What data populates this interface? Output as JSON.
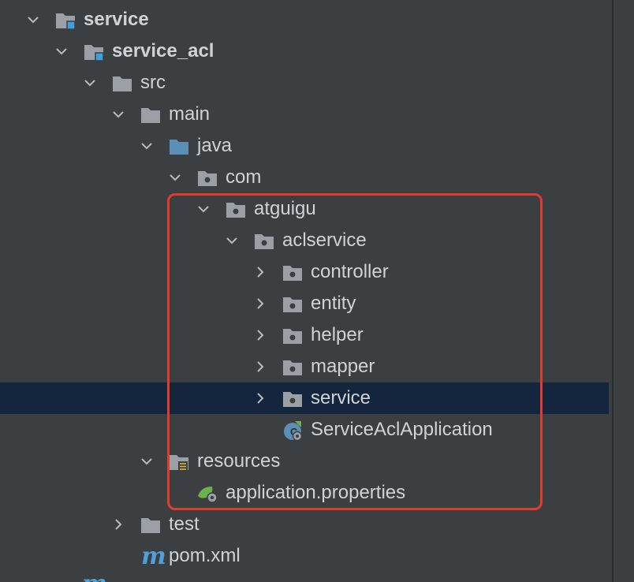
{
  "tree": {
    "rows": [
      {
        "label": "service",
        "depth": 0,
        "expanded": true,
        "icon": "module-folder-icon",
        "bold": true
      },
      {
        "label": "service_acl",
        "depth": 1,
        "expanded": true,
        "icon": "module-folder-icon",
        "bold": true
      },
      {
        "label": "src",
        "depth": 2,
        "expanded": true,
        "icon": "folder-icon"
      },
      {
        "label": "main",
        "depth": 3,
        "expanded": true,
        "icon": "folder-icon"
      },
      {
        "label": "java",
        "depth": 4,
        "expanded": true,
        "icon": "source-folder-icon"
      },
      {
        "label": "com",
        "depth": 5,
        "expanded": true,
        "icon": "package-icon"
      },
      {
        "label": "atguigu",
        "depth": 6,
        "expanded": true,
        "icon": "package-icon"
      },
      {
        "label": "aclservice",
        "depth": 7,
        "expanded": true,
        "icon": "package-icon"
      },
      {
        "label": "controller",
        "depth": 8,
        "expanded": false,
        "icon": "package-icon"
      },
      {
        "label": "entity",
        "depth": 8,
        "expanded": false,
        "icon": "package-icon"
      },
      {
        "label": "helper",
        "depth": 8,
        "expanded": false,
        "icon": "package-icon"
      },
      {
        "label": "mapper",
        "depth": 8,
        "expanded": false,
        "icon": "package-icon"
      },
      {
        "label": "service",
        "depth": 8,
        "expanded": false,
        "icon": "package-icon",
        "selected": true
      },
      {
        "label": "ServiceAclApplication",
        "depth": 8,
        "icon": "spring-boot-class-icon"
      },
      {
        "label": "resources",
        "depth": 4,
        "expanded": true,
        "icon": "resources-folder-icon"
      },
      {
        "label": "application.properties",
        "depth": 5,
        "icon": "spring-properties-icon"
      },
      {
        "label": "test",
        "depth": 3,
        "expanded": false,
        "icon": "folder-icon"
      },
      {
        "label": "pom.xml",
        "depth": 3,
        "icon": "maven-icon"
      }
    ]
  },
  "colors": {
    "background": "#3c3f41",
    "selection": "#14263d",
    "highlight": "#e23b2e",
    "folder": "#9aa0a6",
    "source_folder": "#5c8fb5",
    "module_badge": "#3f9fd8",
    "maven": "#4fa0d8"
  }
}
